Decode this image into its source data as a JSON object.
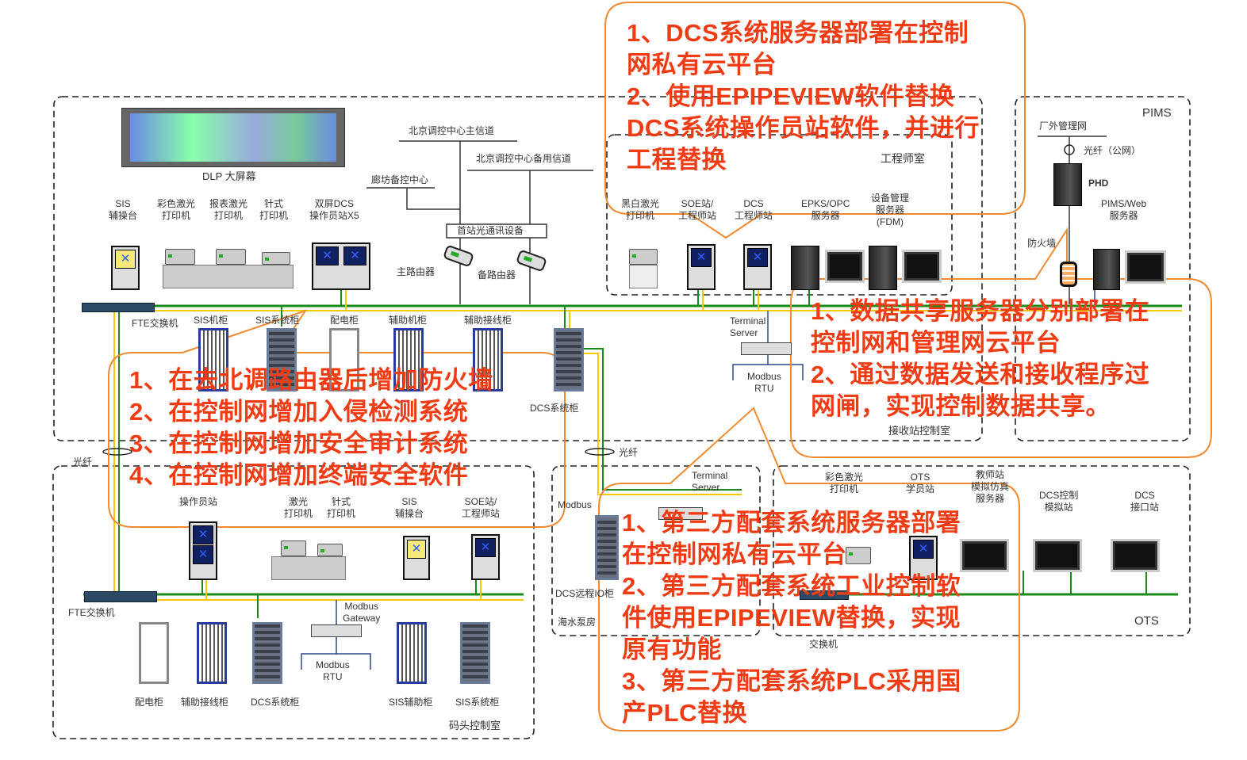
{
  "top_area": {
    "dlp_label": "DLP 大屏幕",
    "channel_main": "北京调控中心主信道",
    "channel_backup": "北京调控中心备用信道",
    "langfang": "廊坊备控中心",
    "comm_device": "首站光通讯设备",
    "main_router": "主路由器",
    "backup_router": "备路由器",
    "sis_console": [
      "SIS",
      "辅操台"
    ],
    "color_laser": [
      "彩色激光",
      "打印机"
    ],
    "report_laser": [
      "报表激光",
      "打印机"
    ],
    "dot_matrix": [
      "针式",
      "打印机"
    ],
    "dual_dcs": [
      "双屏DCS",
      "操作员站X5"
    ],
    "fte_switch": "FTE交换机",
    "cabinets": [
      "SIS机柜",
      "SIS系统柜",
      "配电柜",
      "辅助机柜",
      "辅助接线柜",
      "DCS系统柜"
    ],
    "room_label": "接收站控制室",
    "fiber": "光纤"
  },
  "engineer_room": {
    "title": "工程师室",
    "bw_laser": [
      "黑白激光",
      "打印机"
    ],
    "soe": [
      "SOE站/",
      "工程师站"
    ],
    "dcs_eng": [
      "DCS",
      "工程师站"
    ],
    "epks": [
      "EPKS/OPC",
      "服务器"
    ],
    "fdm": [
      "设备管理",
      "服务器",
      "(FDM)"
    ],
    "terminal_server": [
      "Terminal",
      "Server"
    ],
    "modbus_rtu": [
      "Modbus",
      "RTU"
    ]
  },
  "pims": {
    "title": "PIMS",
    "mgmt_net": "厂外管理网",
    "fiber_public": "光纤（公网）",
    "phd": "PHD",
    "web": [
      "PIMS/Web",
      "服务器"
    ],
    "firewall": "防火墙"
  },
  "wharf": {
    "operator": "操作员站",
    "laser": [
      "激光",
      "打印机"
    ],
    "dot": [
      "针式",
      "打印机"
    ],
    "sis": [
      "SIS",
      "辅操台"
    ],
    "soe": [
      "SOE站/",
      "工程师站"
    ],
    "fte_switch": "FTE交换机",
    "modbus_gateway": [
      "Modbus",
      "Gateway"
    ],
    "modbus_rtu": [
      "Modbus",
      "RTU"
    ],
    "cabinets": [
      "配电柜",
      "辅助接线柜",
      "DCS系统柜",
      "SIS辅助柜",
      "SIS系统柜"
    ],
    "room_label": "码头控制室"
  },
  "pump_room": {
    "fiber": "光纤",
    "terminal_server": [
      "Terminal",
      "Server"
    ],
    "modbus": "Modbus",
    "remote_io": "DCS远程IO柜",
    "room_label": "海水泵房"
  },
  "ots": {
    "title": "OTS",
    "color_laser": [
      "彩色激光",
      "打印机"
    ],
    "student": [
      "OTS",
      "学员站"
    ],
    "teacher": [
      "教师站",
      "模拟仿真",
      "服务器"
    ],
    "dcs_sim": [
      "DCS控制",
      "模拟站"
    ],
    "dcs_iface": [
      "DCS",
      "接口站"
    ],
    "switch": "交换机"
  },
  "callouts": [
    {
      "lines": [
        "1、DCS系统服务器部署在控制",
        "网私有云平台",
        "2、使用EPIPEVIEW软件替换",
        "DCS系统操作员站软件，并进行",
        "工程替换"
      ]
    },
    {
      "lines": [
        "1、在去北调路由器后增加防火墙",
        "2、在控制网增加入侵检测系统",
        "3、在控制网增加安全审计系统",
        "4、在控制网增加终端安全软件"
      ]
    },
    {
      "lines": [
        "1、数据共享服务器分别部署在",
        "控制网和管理网云平台",
        "2、通过数据发送和接收程序过",
        "网闸，实现控制数据共享。"
      ]
    },
    {
      "lines": [
        "1、第三方配套系统服务器部署",
        "在控制网私有云平台",
        "2、第三方配套系统工业控制软",
        "件使用EPIPEVIEW替换，实现",
        "原有功能",
        "3、第三方配套系统PLC采用国",
        "产PLC替换"
      ]
    }
  ],
  "colors": {
    "callout": "#f03c14",
    "callout_border": "#f08a30",
    "net_green": "#1a8a1a",
    "net_yellow": "#f5c800"
  }
}
